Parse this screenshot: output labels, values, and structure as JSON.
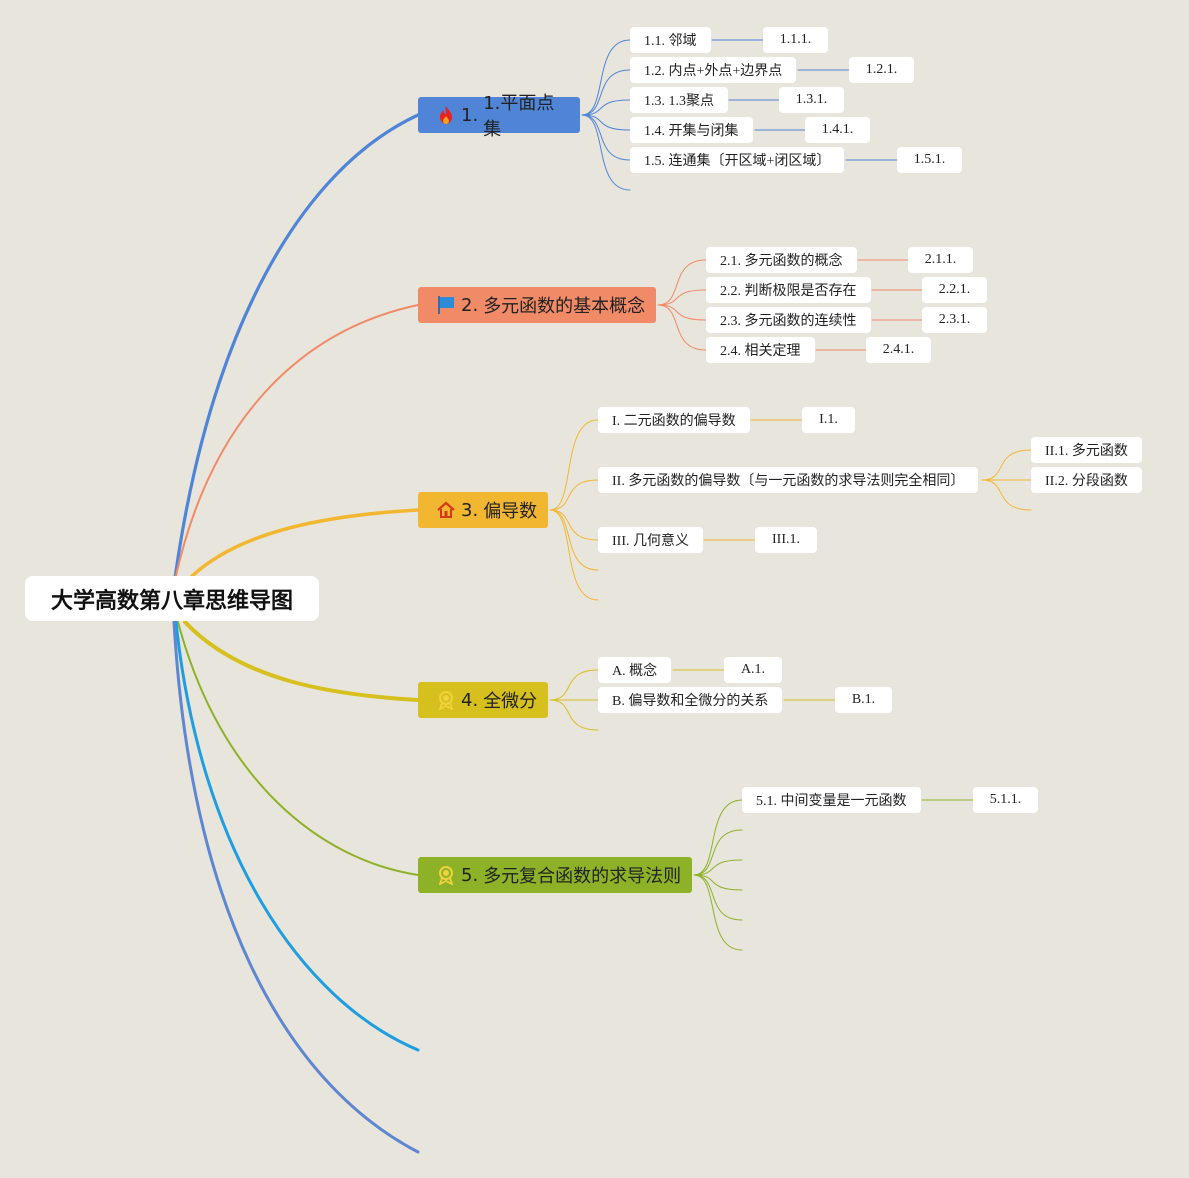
{
  "root": {
    "label": "大学高数第八章思维导图"
  },
  "topics": [
    {
      "key": "t1",
      "num": "1.",
      "label": "1.平面点集",
      "color": "#4f84d7",
      "icon": "fire-icon",
      "children": [
        {
          "label": "1.1. 邻域",
          "leaf": "1.1.1."
        },
        {
          "label": "1.2. 内点+外点+边界点",
          "leaf": "1.2.1."
        },
        {
          "label": "1.3. 1.3聚点",
          "leaf": "1.3.1."
        },
        {
          "label": "1.4. 开集与闭集",
          "leaf": "1.4.1."
        },
        {
          "label": "1.5. 连通集〔开区域+闭区域〕",
          "leaf": "1.5.1."
        }
      ]
    },
    {
      "key": "t2",
      "num": "2.",
      "label": "多元函数的基本概念",
      "color": "#f08a67",
      "icon": "flag-icon",
      "children": [
        {
          "label": "2.1. 多元函数的概念",
          "leaf": "2.1.1."
        },
        {
          "label": "2.2. 判断极限是否存在",
          "leaf": "2.2.1."
        },
        {
          "label": "2.3. 多元函数的连续性",
          "leaf": "2.3.1."
        },
        {
          "label": "2.4. 相关定理",
          "leaf": "2.4.1."
        }
      ]
    },
    {
      "key": "t3",
      "num": "3.",
      "label": "偏导数",
      "color": "#f2b731",
      "icon": "home-icon",
      "children": [
        {
          "label": "I. 二元函数的偏导数",
          "leaf": "I.1."
        },
        {
          "label": "II. 多元函数的偏导数〔与一元函数的求导法则完全相同〕",
          "subs": [
            "II.1. 多元函数",
            "II.2. 分段函数"
          ]
        },
        {
          "label": "III. 几何意义",
          "leaf": "III.1."
        }
      ]
    },
    {
      "key": "t4",
      "num": "4.",
      "label": "全微分",
      "color": "#d6c01e",
      "icon": "award-icon",
      "children": [
        {
          "label": "A. 概念",
          "leaf": "A.1."
        },
        {
          "label": "B. 偏导数和全微分的关系",
          "leaf": "B.1."
        }
      ]
    },
    {
      "key": "t5",
      "num": "5.",
      "label": "多元复合函数的求导法则",
      "color": "#8db228",
      "icon": "medal-icon",
      "children": [
        {
          "label": "5.1. 中间变量是一元函数",
          "leaf": "5.1.1."
        }
      ]
    }
  ]
}
